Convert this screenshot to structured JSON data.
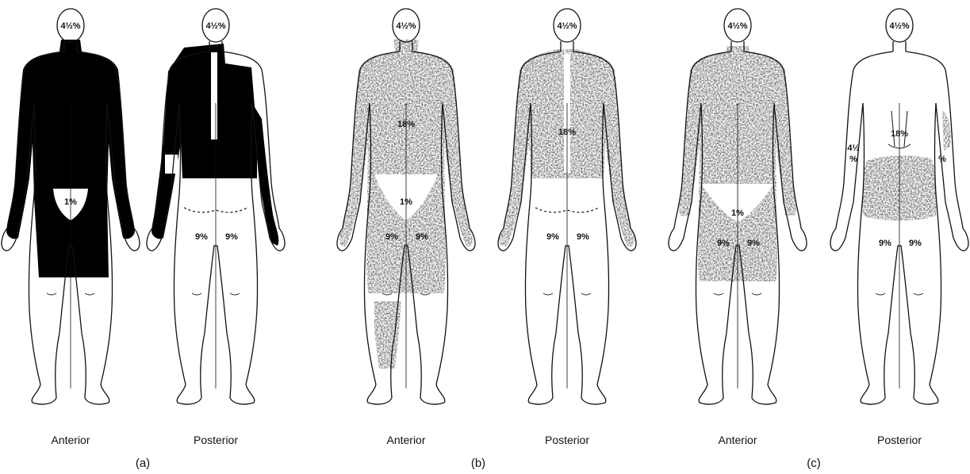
{
  "figures": [
    {
      "label": "(a)",
      "views": [
        {
          "view": "Anterior",
          "labels": {
            "head": "4½%",
            "perineum": "1%"
          },
          "style": "solid"
        },
        {
          "view": "Posterior",
          "labels": {
            "head": "4½%",
            "left_thigh": "9%",
            "right_thigh": "9%"
          },
          "style": "solid"
        }
      ]
    },
    {
      "label": "(b)",
      "views": [
        {
          "view": "Anterior",
          "labels": {
            "head": "4½%",
            "trunk": "18%",
            "perineum": "1%",
            "left_thigh": "9%",
            "right_thigh": "9%"
          },
          "style": "stipple"
        },
        {
          "view": "Posterior",
          "labels": {
            "head": "4½%",
            "trunk": "18%",
            "left_thigh": "9%",
            "right_thigh": "9%"
          },
          "style": "stipple"
        }
      ]
    },
    {
      "label": "(c)",
      "views": [
        {
          "view": "Anterior",
          "labels": {
            "head": "4½%",
            "perineum": "1%",
            "left_thigh": "9%",
            "right_thigh": "9%"
          },
          "style": "stipple"
        },
        {
          "view": "Posterior",
          "labels": {
            "head": "4½%",
            "trunk": "18%",
            "left_arm_top": "4½",
            "left_arm_bottom": "%",
            "right_arm": "%",
            "left_thigh": "9%",
            "right_thigh": "9%"
          },
          "style": "stipple"
        }
      ]
    }
  ],
  "colors": {
    "burn_solid": "#000000",
    "burn_stipple": "#2a2a2a",
    "outline": "#111111",
    "background": "#ffffff"
  }
}
